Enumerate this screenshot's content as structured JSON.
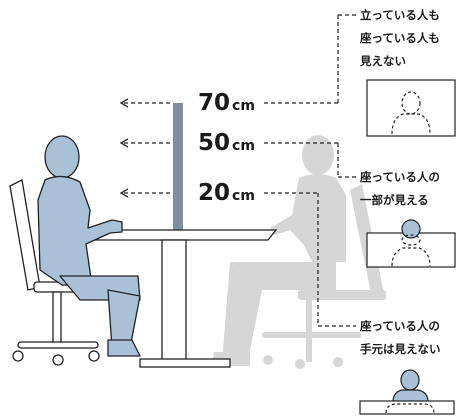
{
  "colors": {
    "person_front": "#a9c1d6",
    "person_back": "#d6d6d6",
    "partition": "#7d8fa3",
    "line": "#222222"
  },
  "partition_heights": [
    {
      "number": "70",
      "unit": "cm"
    },
    {
      "number": "50",
      "unit": "cm"
    },
    {
      "number": "20",
      "unit": "cm"
    }
  ],
  "captions": [
    {
      "lines": [
        "立っている人も",
        "座っている人も",
        "見えない"
      ]
    },
    {
      "lines": [
        "座っている人の",
        "一部が見える"
      ]
    },
    {
      "lines": [
        "座っている人の",
        "手元は見えない"
      ]
    }
  ]
}
